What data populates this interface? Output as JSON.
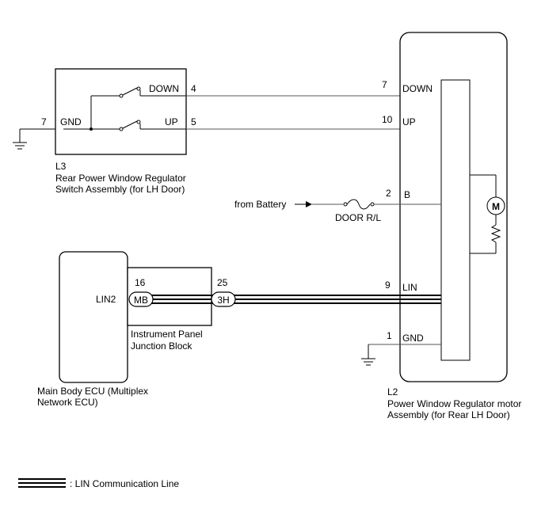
{
  "switch": {
    "id": "L3",
    "name_line1": "Rear Power Window Regulator",
    "name_line2": "Switch Assembly (for LH Door)",
    "pins": {
      "down_label": "DOWN",
      "down_num": "4",
      "up_label": "UP",
      "up_num": "5",
      "gnd_label": "GND",
      "gnd_num": "7"
    }
  },
  "motor": {
    "id": "L2",
    "name_line1": "Power Window Regulator motor",
    "name_line2": "Assembly (for Rear LH Door)",
    "symbol": "M",
    "pins": {
      "down_label": "DOWN",
      "down_num": "7",
      "up_label": "UP",
      "up_num": "10",
      "b_label": "B",
      "b_num": "2",
      "lin_label": "LIN",
      "lin_num": "9",
      "gnd_label": "GND",
      "gnd_num": "1"
    }
  },
  "battery": {
    "from_label": "from Battery",
    "fuse_label": "DOOR R/L"
  },
  "ecu": {
    "name_line1": "Main Body ECU (Multiplex",
    "name_line2": "Network ECU)",
    "pin_label": "LIN2"
  },
  "junction": {
    "name_line1": "Instrument Panel",
    "name_line2": "Junction Block",
    "conn1_label": "MB",
    "conn1_num": "16",
    "conn2_label": "3H",
    "conn2_num": "25"
  },
  "legend": {
    "label": ": LIN Communication Line"
  }
}
